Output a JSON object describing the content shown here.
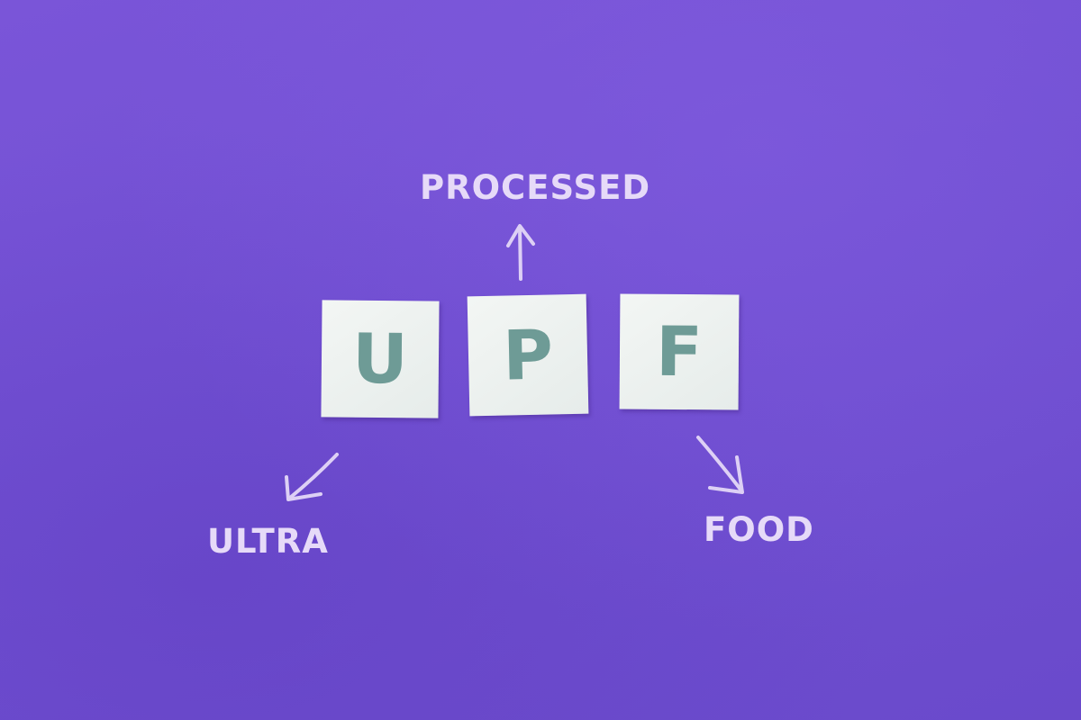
{
  "labels": {
    "processed": "PROCESSED",
    "ultra": "ULTRA",
    "food": "FOOD"
  },
  "tiles": [
    "U",
    "P",
    "F"
  ],
  "colors": {
    "background": "#7150d3",
    "label_text": "#e6daf8",
    "tile_face": "#eef2f0",
    "tile_letter": "#6e9b96",
    "arrow": "#ddd0f5"
  },
  "icons": [
    "arrow-up-icon",
    "arrow-down-left-icon",
    "arrow-down-right-icon"
  ]
}
